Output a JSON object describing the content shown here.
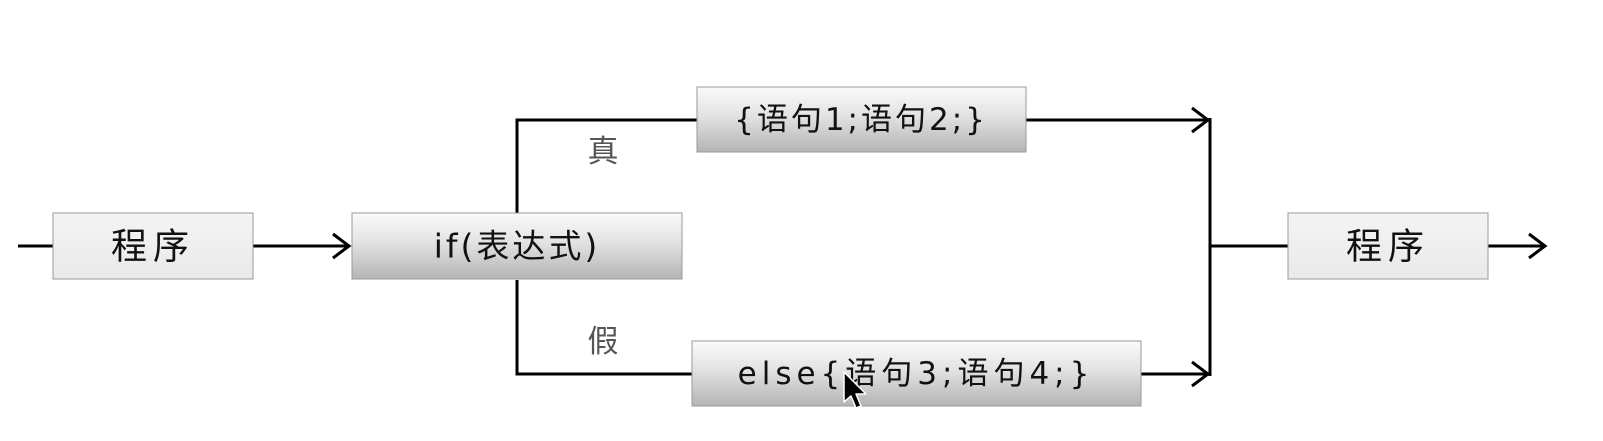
{
  "diagram": {
    "nodes": {
      "program_in": "程序",
      "condition": "if(表达式)",
      "true_block": "{语句1;语句2;}",
      "false_block": "else{语句3;语句4;}",
      "program_out": "程序"
    },
    "branch_labels": {
      "true": "真",
      "false": "假"
    }
  }
}
